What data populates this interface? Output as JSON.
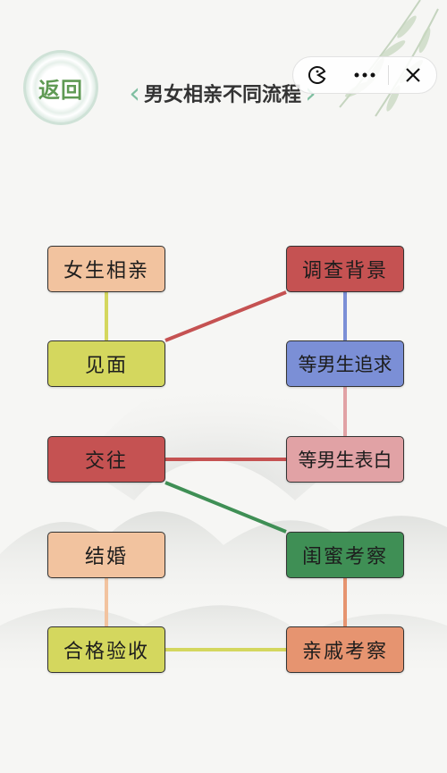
{
  "header": {
    "back_label": "返回",
    "title": "男女相亲不同流程"
  },
  "capsule": {
    "game_icon": "pacman-icon",
    "more_icon": "more-icon",
    "close_icon": "close-icon"
  },
  "nodes": {
    "girl_date": {
      "label": "女生相亲",
      "color": "#f2c39f"
    },
    "meet": {
      "label": "见面",
      "color": "#d4d75e"
    },
    "date": {
      "label": "交往",
      "color": "#c55252"
    },
    "marry": {
      "label": "结婚",
      "color": "#f2c39f"
    },
    "pass_check": {
      "label": "合格验收",
      "color": "#d4d75e"
    },
    "background_check": {
      "label": "调查背景",
      "color": "#c55252"
    },
    "wait_pursue": {
      "label": "等男生追求",
      "color": "#7b8fd6"
    },
    "wait_confess": {
      "label": "等男生表白",
      "color": "#e1a2a5"
    },
    "bestie_check": {
      "label": "闺蜜考察",
      "color": "#3f8f55"
    },
    "relatives_check": {
      "label": "亲戚考察",
      "color": "#e69470"
    }
  },
  "links": [
    {
      "from": "girl_date",
      "to": "meet",
      "color": "#d4d75e"
    },
    {
      "from": "meet",
      "to": "background_check",
      "color": "#c55252"
    },
    {
      "from": "background_check",
      "to": "wait_pursue",
      "color": "#7b8fd6"
    },
    {
      "from": "wait_pursue",
      "to": "wait_confess",
      "color": "#e1a2a5"
    },
    {
      "from": "date",
      "to": "wait_confess",
      "color": "#c55252"
    },
    {
      "from": "date",
      "to": "bestie_check",
      "color": "#3f8f55"
    },
    {
      "from": "bestie_check",
      "to": "relatives_check",
      "color": "#e69470"
    },
    {
      "from": "marry",
      "to": "pass_check",
      "color": "#f2c39f"
    },
    {
      "from": "pass_check",
      "to": "relatives_check",
      "color": "#d4d75e"
    }
  ]
}
